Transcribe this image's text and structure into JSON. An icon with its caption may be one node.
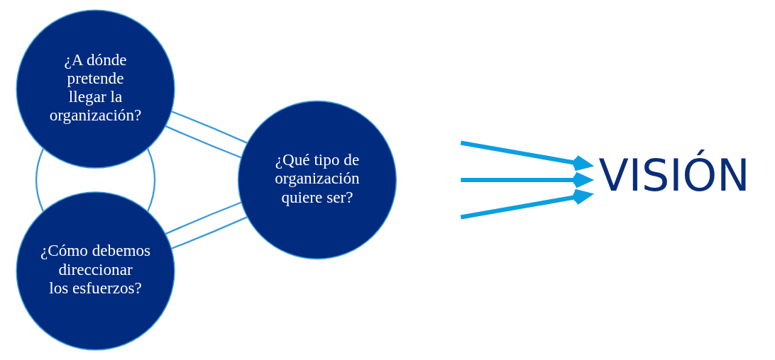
{
  "diagram": {
    "nodes": [
      {
        "text": [
          "¿A dónde pretende llegar la organización?"
        ]
      },
      {
        "text": [
          "¿Qué tipo de organización quiere ser?"
        ]
      },
      {
        "text": [
          "¿Cómo debemos direccionar los esfuerzos?"
        ]
      },
      {
        "text": [
          "VISIÓN"
        ]
      }
    ],
    "edges": [
      {
        "from": 0,
        "to": 1,
        "arrow": "none"
      },
      {
        "from": 0,
        "to": 2,
        "arrow": "none"
      },
      {
        "from": 0,
        "to": 2,
        "arrow": "none"
      },
      {
        "from": 0,
        "to": 1,
        "arrow": "none"
      },
      {
        "from": 2,
        "to": 1,
        "arrow": "none"
      },
      {
        "from": 2,
        "to": 1,
        "arrow": "none"
      },
      {
        "from": null,
        "to": 3,
        "arrow": "to",
        "color": "#0a9fe0",
        "style": "thick"
      },
      {
        "from": null,
        "to": 3,
        "arrow": "to",
        "color": "#0a9fe0",
        "style": "thick"
      },
      {
        "from": null,
        "to": 3,
        "arrow": "to",
        "color": "#0a9fe0",
        "style": "thick"
      }
    ]
  }
}
